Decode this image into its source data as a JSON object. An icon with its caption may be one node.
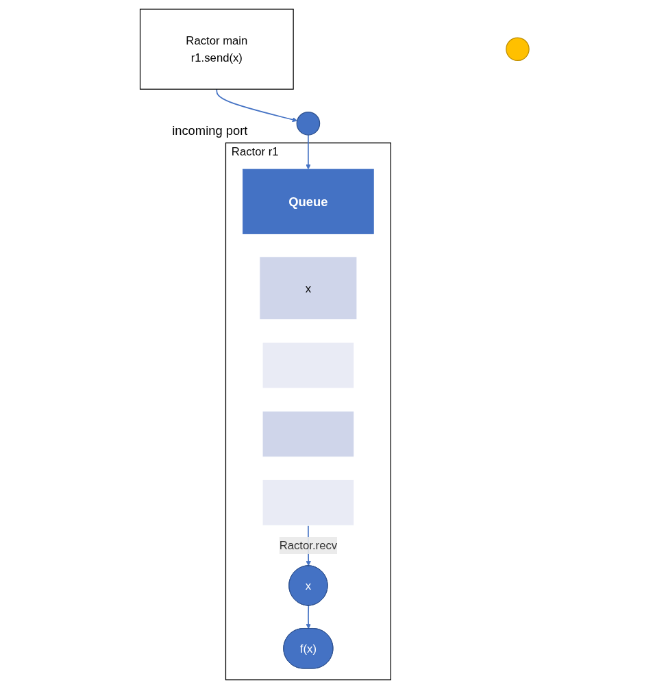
{
  "diagram": {
    "nodes": [
      {
        "text": [
          "Ractor main",
          "r1.send(x)"
        ]
      },
      {
        "text": [
          "Ractor r1"
        ]
      },
      {
        "text": [],
        "shape": "circle",
        "beside": [
          "incoming port"
        ]
      },
      {
        "text": [
          "Queue"
        ],
        "in": 1
      },
      {
        "text": [
          "x"
        ],
        "in": 1
      },
      {
        "text": [],
        "shape": "box",
        "in": 1
      },
      {
        "text": [],
        "shape": "box",
        "in": 1
      },
      {
        "text": [],
        "shape": "box",
        "in": 1
      },
      {
        "text": [
          "f(x)"
        ],
        "in": 1
      },
      {
        "text": [
          "x"
        ],
        "in": 1
      },
      {
        "text": [],
        "shape": "circle"
      }
    ],
    "edges": [
      {
        "from": 0,
        "to": 2,
        "arrow": "to"
      },
      {
        "from": 2,
        "to": 3,
        "arrow": "to"
      },
      {
        "from": 7,
        "to": 9,
        "arrow": "to",
        "label": "Ractor.recv"
      },
      {
        "from": 9,
        "to": 8,
        "arrow": "to"
      }
    ]
  }
}
